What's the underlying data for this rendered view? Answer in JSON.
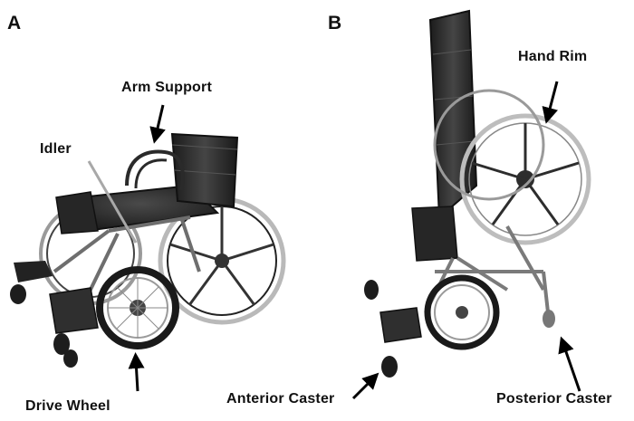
{
  "figure": {
    "panels": [
      {
        "letter": "A",
        "labels": {
          "arm_support": "Arm Support",
          "idler": "Idler",
          "drive_wheel": "Drive Wheel"
        }
      },
      {
        "letter": "B",
        "labels": {
          "hand_rim": "Hand Rim",
          "anterior_caster": "Anterior Caster",
          "posterior_caster": "Posterior Caster"
        }
      }
    ]
  },
  "colors": {
    "frame": "#6e6e6e",
    "frame_light": "#a8a8a8",
    "tire": "#1a1a1a",
    "seat": "#2b2b2b",
    "rim": "#b9b9b9",
    "label_text": "#111111",
    "arrow": "#000000"
  },
  "image": {
    "description_icon": "wheelchair-photo"
  }
}
